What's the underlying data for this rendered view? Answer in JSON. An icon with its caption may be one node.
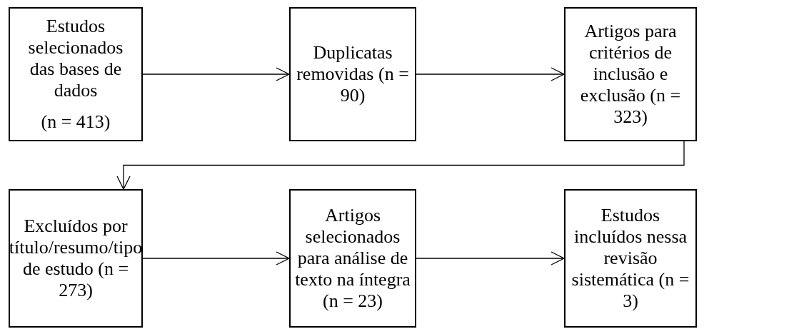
{
  "diagram": {
    "nodes": [
      {
        "text": [
          "Estudos selecionados das bases de dados",
          "(n = 413)"
        ]
      },
      {
        "text": [
          "Duplicatas removidas (n = 90)"
        ]
      },
      {
        "text": [
          "Artigos para critérios de inclusão e exclusão (n = 323)"
        ]
      },
      {
        "text": [
          "Excluídos por título/resumo/tipo de estudo (n = 273)"
        ]
      },
      {
        "text": [
          "Artigos selecionados para análise de texto na íntegra (n = 23)"
        ]
      },
      {
        "text": [
          "Estudos incluídos nessa revisão sistemática (n = 3)"
        ]
      }
    ],
    "edges": [
      {
        "from": 0,
        "to": 1,
        "arrow": "to"
      },
      {
        "from": 1,
        "to": 2,
        "arrow": "to"
      },
      {
        "from": 2,
        "to": 3,
        "arrow": "to"
      },
      {
        "from": 3,
        "to": 4,
        "arrow": "to"
      },
      {
        "from": 4,
        "to": 5,
        "arrow": "to"
      }
    ]
  }
}
